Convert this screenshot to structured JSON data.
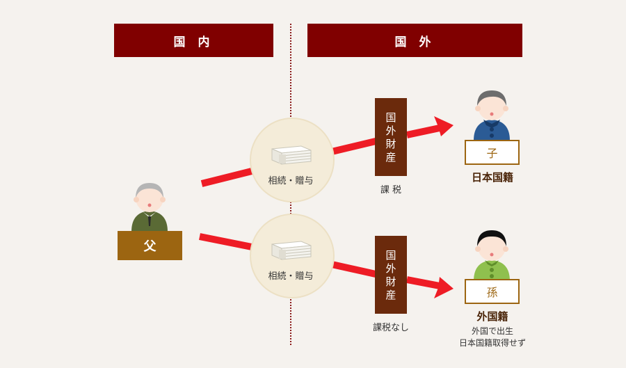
{
  "headers": {
    "domestic": "国 内",
    "foreign": "国 外"
  },
  "transfer_label_top": "相続・贈与",
  "transfer_label_bottom": "相続・贈与",
  "asset_label_top": [
    "国",
    "外",
    "財",
    "産"
  ],
  "asset_label_bottom": [
    "国",
    "外",
    "財",
    "産"
  ],
  "tax_top": "課 税",
  "tax_bottom": "課税なし",
  "father": {
    "label": "父"
  },
  "child": {
    "label": "子",
    "nationality": "日本国籍"
  },
  "grandchild": {
    "label": "孫",
    "nationality": "外国籍",
    "note_line1": "外国で出生",
    "note_line2": "日本国籍取得せず"
  },
  "colors": {
    "header_bg": "#800000",
    "arrow": "#ee1c25",
    "asset_bar": "#6b2a0c",
    "label_gold": "#9c6511",
    "circle_bg": "#f4ecd9"
  },
  "icons": [
    "money-stack-icon",
    "father-avatar",
    "child-avatar",
    "grandchild-avatar",
    "arrow-icon"
  ]
}
